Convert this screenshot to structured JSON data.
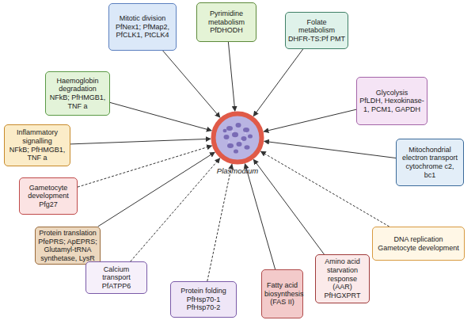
{
  "diagram": {
    "nodes": [
      {
        "text": [
          "Mitotic division",
          "PfNex1; PfMap2, PfCLK1, PtCLK4"
        ]
      },
      {
        "text": [
          "Pyrimidine metabolism",
          "PfDHODH"
        ]
      },
      {
        "text": [
          "Folate metabolism",
          "DHFR-TS:Pf PMT"
        ]
      },
      {
        "text": [
          "Haemoglobin degradation",
          "NFkB; PfHMGB1, TNF a"
        ]
      },
      {
        "text": [
          "Glycolysis",
          "PfLDH, Hexokinase-1, PCM1, GAPDH"
        ]
      },
      {
        "text": [
          "Inflammatory signalling",
          "NFkB; PfHMGB1, TNF a"
        ]
      },
      {
        "text": [
          "Plasmodium"
        ]
      },
      {
        "text": [
          "Mitochondrial electron transport",
          "cytochrome c2, bc1"
        ]
      },
      {
        "text": [
          "Gametocyte development",
          "Pfg27"
        ]
      },
      {
        "text": [
          "DNA replication",
          "Gametocyte development"
        ]
      },
      {
        "text": [
          "Protein translation",
          "PfePRS; ApEPRS; Glutamyl-tRNA synthetase, LysR"
        ]
      },
      {
        "text": [
          "Amino acid starvation response (AAR)",
          "PfHGXPRT"
        ]
      },
      {
        "text": [
          "Calcium transport",
          "PfATPP6"
        ]
      },
      {
        "text": [
          "Fatty acid biosynthesis",
          "(FAS II)"
        ]
      },
      {
        "text": [
          "Protein folding",
          "PfHsp70-1 PfHsp70-2"
        ]
      }
    ],
    "edges": [
      {
        "from": 0,
        "to": 6,
        "arrow": "to"
      },
      {
        "from": 1,
        "to": 6,
        "arrow": "to"
      },
      {
        "from": 2,
        "to": 6,
        "arrow": "to"
      },
      {
        "from": 3,
        "to": 6,
        "arrow": "to"
      },
      {
        "from": 4,
        "to": 6,
        "arrow": "to"
      },
      {
        "from": 5,
        "to": 6,
        "arrow": "to"
      },
      {
        "from": 7,
        "to": 6,
        "arrow": "to"
      },
      {
        "from": 8,
        "to": 6,
        "arrow": "to"
      },
      {
        "from": 9,
        "to": 6,
        "arrow": "to"
      },
      {
        "from": 10,
        "to": 6,
        "arrow": "to"
      },
      {
        "from": 11,
        "to": 6,
        "arrow": "to"
      },
      {
        "from": 12,
        "to": 6,
        "arrow": "to"
      },
      {
        "from": 13,
        "to": 6,
        "arrow": "to"
      },
      {
        "from": 14,
        "to": 6,
        "arrow": "to"
      }
    ]
  }
}
